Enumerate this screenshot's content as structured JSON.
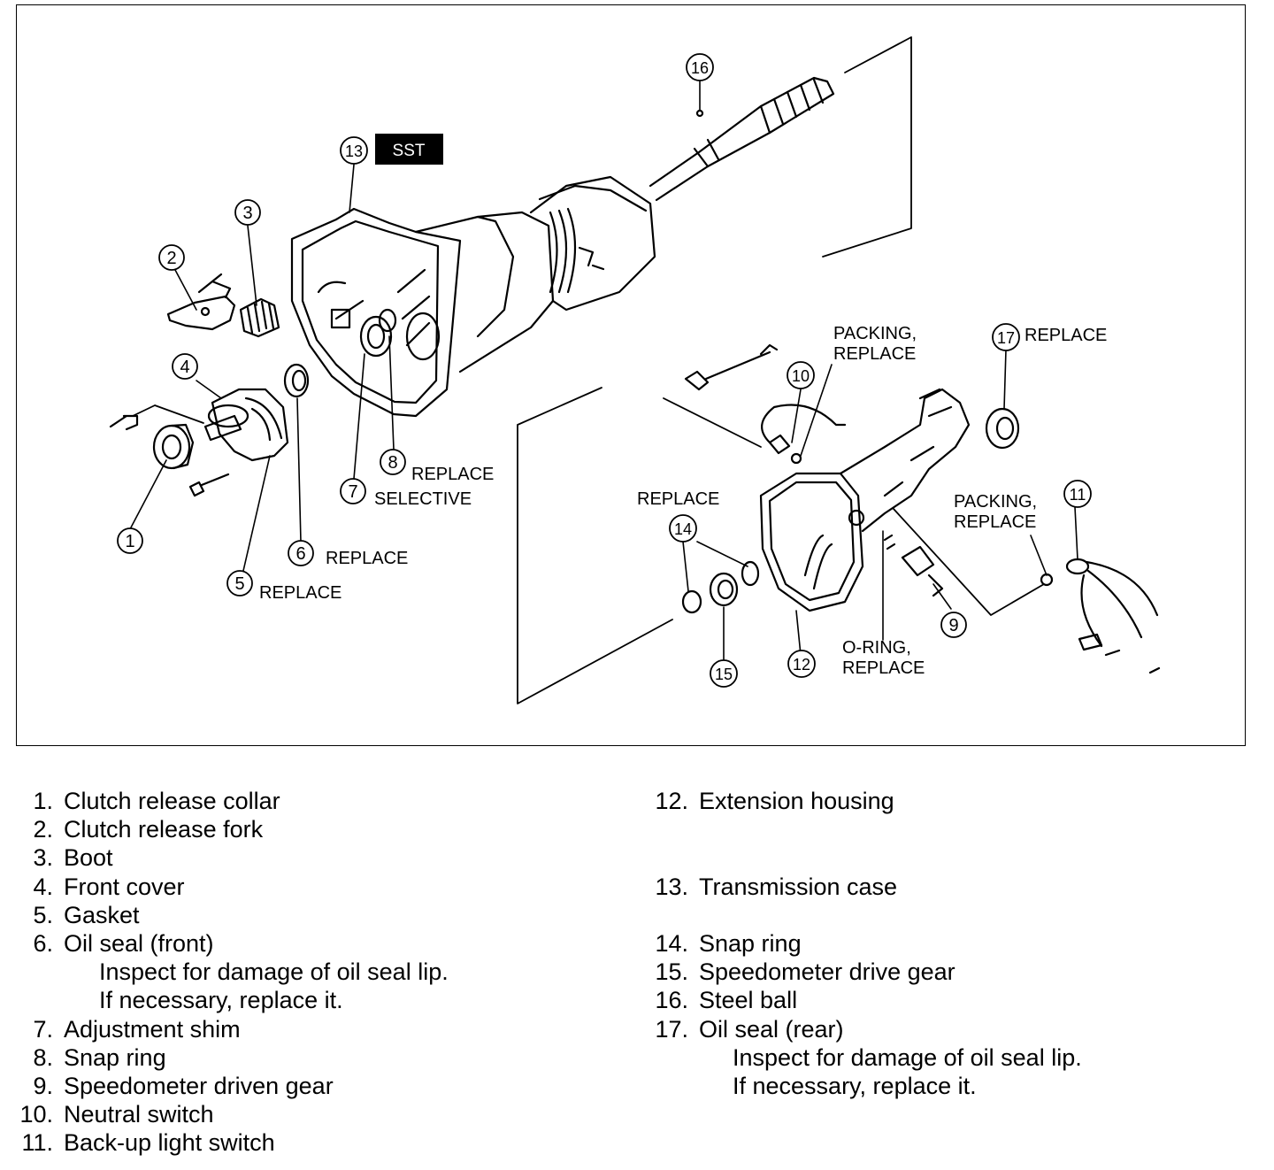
{
  "diagram": {
    "sst_label": "SST",
    "callouts": {
      "c1": "1",
      "c2": "2",
      "c3": "3",
      "c4": "4",
      "c5": "5",
      "c6": "6",
      "c7": "7",
      "c8": "8",
      "c9": "9",
      "c10": "10",
      "c11": "11",
      "c12": "12",
      "c13": "13",
      "c14": "14",
      "c15": "15",
      "c16": "16",
      "c17": "17"
    },
    "notes": {
      "replace_8": "REPLACE",
      "selective_7": "SELECTIVE",
      "replace_6": "REPLACE",
      "replace_5": "REPLACE",
      "replace_14": "REPLACE",
      "replace_17": "REPLACE",
      "packing_10_a": "PACKING,",
      "packing_10_b": "REPLACE",
      "packing_11_a": "PACKING,",
      "packing_11_b": "REPLACE",
      "oring_a": "O-RING,",
      "oring_b": "REPLACE"
    }
  },
  "legend": {
    "left": [
      {
        "num": "1.",
        "text": "Clutch release collar"
      },
      {
        "num": "2.",
        "text": "Clutch release fork"
      },
      {
        "num": "3.",
        "text": "Boot"
      },
      {
        "num": "4.",
        "text": "Front cover"
      },
      {
        "num": "5.",
        "text": "Gasket"
      },
      {
        "num": "6.",
        "text": "Oil seal (front)"
      },
      {
        "num": "",
        "note": "Inspect for damage of oil seal lip."
      },
      {
        "num": "",
        "note": "If necessary, replace it."
      },
      {
        "num": "7.",
        "text": "Adjustment shim"
      },
      {
        "num": "8.",
        "text": "Snap ring"
      },
      {
        "num": "9.",
        "text": "Speedometer driven gear"
      },
      {
        "num": "10.",
        "text": "Neutral switch"
      },
      {
        "num": "11.",
        "text": "Back-up light switch"
      }
    ],
    "right": [
      {
        "num": "12.",
        "text": "Extension housing"
      },
      {
        "num": "",
        "text": ""
      },
      {
        "num": "",
        "text": ""
      },
      {
        "num": "13.",
        "text": "Transmission case"
      },
      {
        "num": "",
        "text": ""
      },
      {
        "num": "14.",
        "text": "Snap ring"
      },
      {
        "num": "15.",
        "text": "Speedometer drive gear"
      },
      {
        "num": "16.",
        "text": "Steel ball"
      },
      {
        "num": "17.",
        "text": "Oil seal (rear)"
      },
      {
        "num": "",
        "note": "Inspect for damage of oil seal lip."
      },
      {
        "num": "",
        "note": "If necessary, replace it."
      }
    ]
  }
}
